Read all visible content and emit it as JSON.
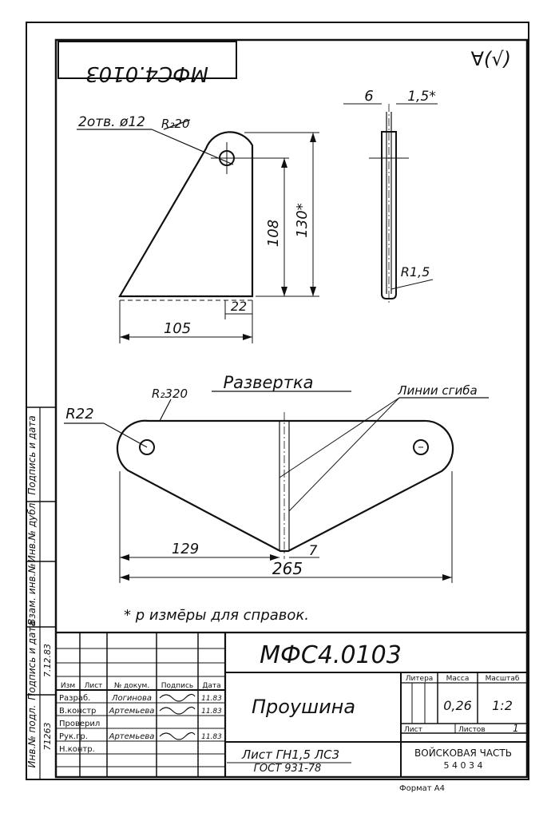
{
  "drawing": {
    "code_rotated": "МФС4.0103",
    "roughness_mark": "∀(√)",
    "holes_note": "2отв. ø12",
    "radius_label": "R₂20",
    "dim_108": "108",
    "dim_130": "130*",
    "dim_22": "22",
    "dim_105": "105",
    "dim_6": "6",
    "dim_1_5": "1,5*",
    "dim_r1_5": "R1,5",
    "development_title": "Развертка",
    "bend_lines_label": "Линии сгиба",
    "dim_r22": "R22",
    "dim_rz320": "R₂320",
    "dim_129": "129",
    "dim_7": "7",
    "dim_265": "265",
    "note": "* р изме̄ры для справок."
  },
  "side_labels": {
    "label_1": "Подпись и дата",
    "label_2": "Инв.№ дубл.",
    "label_3": "Взам. инв.№",
    "label_4": "Подпись и дата",
    "label_5": "Инв.№ подл.",
    "date_1": "7.12.83",
    "date_2": "71263"
  },
  "title_block": {
    "code": "МФС4.0103",
    "part_name": "Проушина",
    "material_line1": "Лист ГН1,5 ЛС3",
    "material_line2": "ГОСТ 931-78",
    "col_izm": "Изм",
    "col_list": "Лист",
    "col_doc": "№ докум.",
    "col_sign": "Подпись",
    "col_date": "Дата",
    "role_razrab": "Разраб.",
    "role_konstr": "В.констр",
    "role_prover": "Проверил",
    "role_ruk": "Рук.гр.",
    "role_nkontr": "Н.контр.",
    "name_1": "Логинова",
    "name_2": "Артемьева",
    "name_3": "Артемьева",
    "date_r1": "11.83",
    "date_r2": "11.83",
    "date_r3": "11.83",
    "hdr_litera": "Литера",
    "hdr_massa": "Масса",
    "hdr_masshtab": "Масштаб",
    "mass_value": "0,26",
    "scale_value": "1:2",
    "sheet_label": "Лист",
    "sheets_label": "Листов",
    "sheets_value": "1",
    "organization": "ВОЙСКОВАЯ ЧАСТЬ",
    "unit_number": "5 4 0 3 4",
    "format_label": "Формат А4"
  }
}
